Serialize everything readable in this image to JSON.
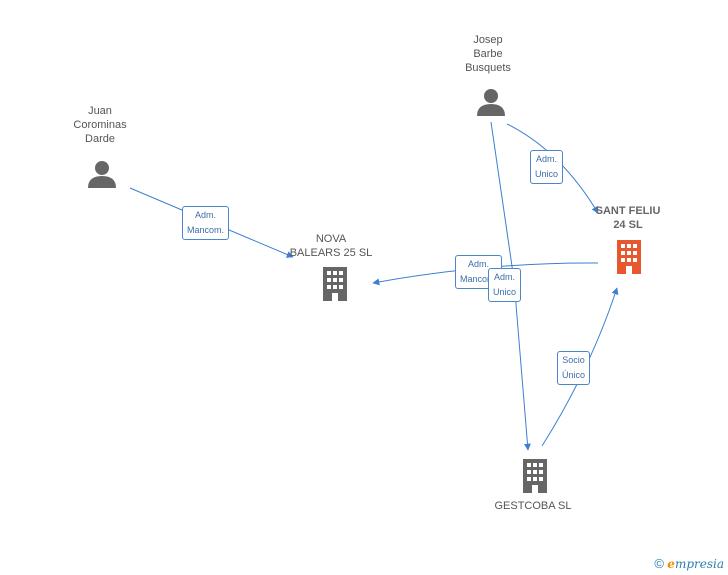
{
  "nodes": {
    "juan": {
      "label": "Juan\nCorominas\nDarde",
      "type": "person"
    },
    "josep": {
      "label": "Josep\nBarbe\nBusquets",
      "type": "person"
    },
    "nova": {
      "label": "NOVA\nBALEARS 25 SL",
      "type": "company"
    },
    "sant_feliu": {
      "label": "SANT FELIU\n24 SL",
      "type": "company-highlight"
    },
    "gestcoba": {
      "label": "GESTCOBA SL",
      "type": "company"
    }
  },
  "edges": [
    {
      "from": "juan",
      "to": "nova",
      "label": "Adm.\nMancom."
    },
    {
      "from": "josep",
      "to": "sant_feliu",
      "label": "Adm.\nUnico"
    },
    {
      "from": "sant_feliu",
      "to": "nova",
      "label": "Adm.\nMancom."
    },
    {
      "from": "josep",
      "to": "gestcoba",
      "label": "Adm.\nUnico"
    },
    {
      "from": "gestcoba",
      "to": "sant_feliu",
      "label": "Socio\nÚnico"
    }
  ],
  "colors": {
    "edge": "#3d7fd1",
    "person": "#666666",
    "company": "#666666",
    "highlight": "#e8582e"
  },
  "brand": {
    "copyright": "©",
    "initial": "e",
    "rest": "mpresia"
  }
}
